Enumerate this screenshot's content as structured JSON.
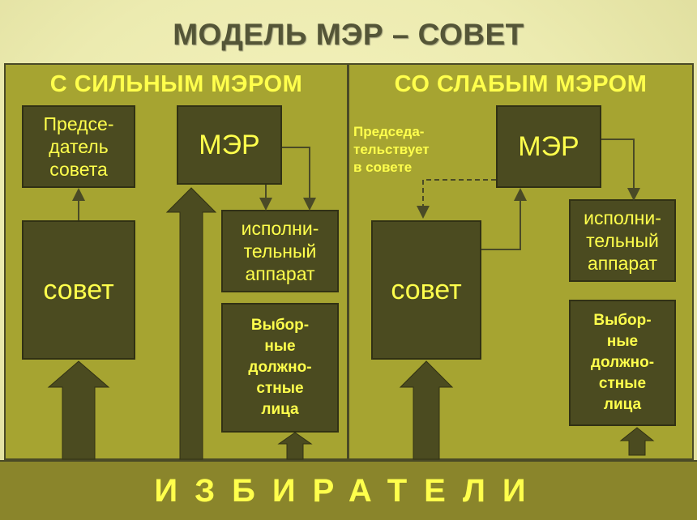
{
  "title": "МОДЕЛЬ МЭР – СОВЕТ",
  "left": {
    "heading": "С СИЛЬНЫМ  МЭРОМ",
    "chair": [
      "Предсе-",
      "датель",
      "совета"
    ],
    "mayor": "МЭР",
    "council": "совет",
    "executive": [
      "исполни-",
      "тельный",
      "аппарат"
    ],
    "officials": [
      "Выбор-",
      "ные",
      "должно-",
      "стные",
      "лица"
    ]
  },
  "right": {
    "heading": "СО  СЛАБЫМ  МЭРОМ",
    "note": [
      "Председа-",
      "тельствует",
      "в совете"
    ],
    "mayor": "МЭР",
    "council": "совет",
    "executive": [
      "исполни-",
      "тельный",
      "аппарат"
    ],
    "officials": [
      "Выбор-",
      "ные",
      "должно-",
      "стные",
      "лица"
    ]
  },
  "voters": "ИЗБИРАТЕЛИ"
}
